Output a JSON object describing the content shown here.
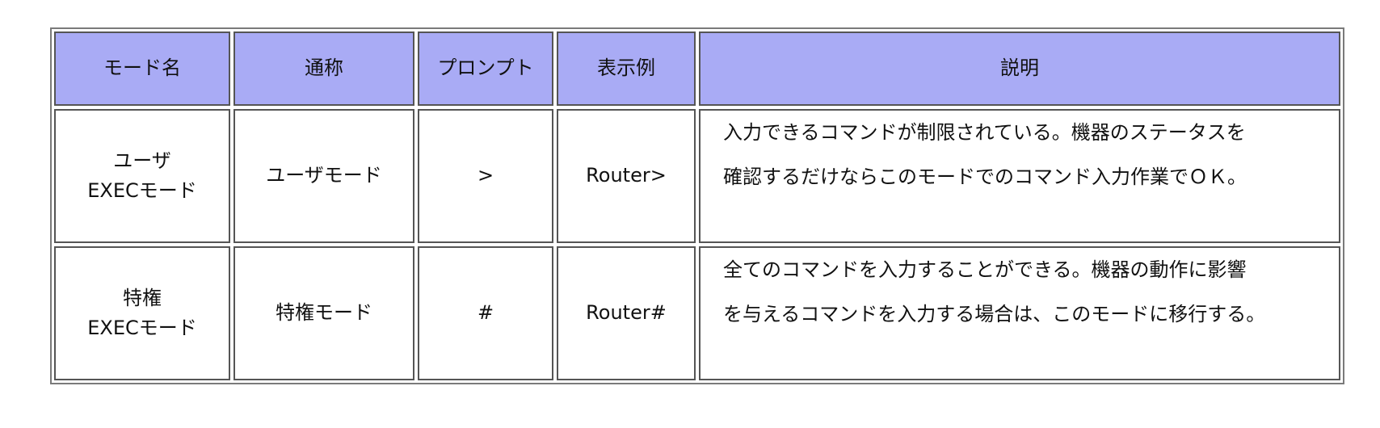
{
  "table": {
    "headers": [
      "モード名",
      "通称",
      "プロンプト",
      "表示例",
      "説明"
    ],
    "rows": [
      {
        "mode_name": [
          "ユーザ",
          "EXECモード"
        ],
        "nickname": "ユーザモード",
        "prompt": ">",
        "example": "Router>",
        "description": [
          "入力できるコマンドが制限されている。機器のステータスを",
          "確認するだけならこのモードでのコマンド入力作業でＯＫ。"
        ]
      },
      {
        "mode_name": [
          "特権",
          "EXECモード"
        ],
        "nickname": "特権モード",
        "prompt": "#",
        "example": "Router#",
        "description": [
          "全てのコマンドを入力することができる。機器の動作に影響",
          "を与えるコマンドを入力する場合は、このモードに移行する。"
        ]
      }
    ]
  }
}
